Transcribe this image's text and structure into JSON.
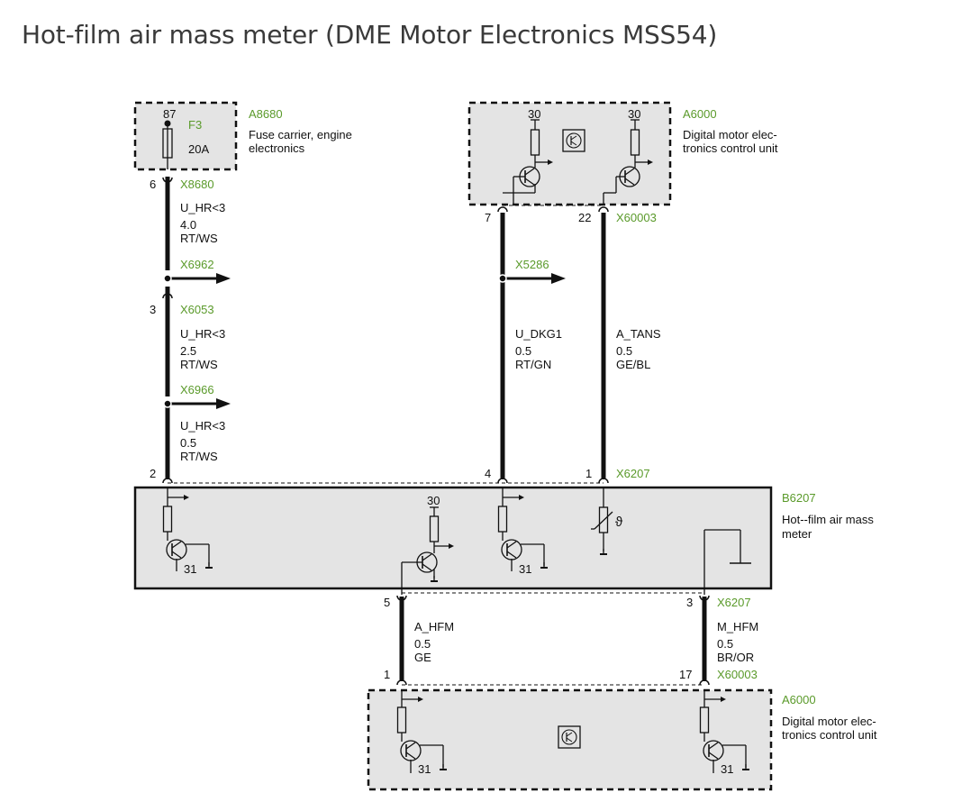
{
  "title": "Hot-film air mass meter (DME Motor Electronics MSS54)",
  "components": {
    "a8680": {
      "id": "A8680",
      "pin": "87",
      "fuse": "F3",
      "rating": "20A",
      "desc1": "Fuse carrier, engine",
      "desc2": " electronics"
    },
    "a6000_top": {
      "id": "A6000",
      "supply1": "30",
      "supply2": "30",
      "desc1": "Digital motor elec-",
      "desc2": "tronics control unit"
    },
    "b6207": {
      "id": "B6207",
      "supply": "30",
      "ground1": "31",
      "ground2": "31",
      "desc1": "Hot--film  air mass",
      "desc2": " meter",
      "theta": "ϑ"
    },
    "a6000_bottom": {
      "id": "A6000",
      "ground1": "31",
      "ground2": "31",
      "desc1": "Digital motor elec-",
      "desc2": "tronics control unit"
    }
  },
  "connectors": {
    "x8680": {
      "id": "X8680",
      "pin": "6"
    },
    "x6962": {
      "id": "X6962"
    },
    "x6053": {
      "id": "X6053",
      "pin": "3"
    },
    "x6966": {
      "id": "X6966"
    },
    "x5286": {
      "id": "X5286"
    },
    "x60003_top": {
      "id": "X60003",
      "pin_a": "7",
      "pin_b": "22"
    },
    "x6207_top": {
      "id": "X6207",
      "pin_a": "2",
      "pin_b": "4",
      "pin_c": "1"
    },
    "x6207_bottom": {
      "id": "X6207",
      "pin_a": "5",
      "pin_b": "3"
    },
    "x60003_bottom": {
      "id": "X60003",
      "pin_a": "1",
      "pin_b": "17"
    }
  },
  "wires": {
    "w1": {
      "signal": "U_HR<3",
      "gauge": "4.0",
      "color": "RT/WS"
    },
    "w2": {
      "signal": "U_HR<3",
      "gauge": "2.5",
      "color": "RT/WS"
    },
    "w3": {
      "signal": "U_HR<3",
      "gauge": "0.5",
      "color": "RT/WS"
    },
    "w4": {
      "signal": "U_DKG1",
      "gauge": "0.5",
      "color": "RT/GN"
    },
    "w5": {
      "signal": "A_TANS",
      "gauge": "0.5",
      "color": "GE/BL"
    },
    "w6": {
      "signal": "A_HFM",
      "gauge": "0.5",
      "color": "GE"
    },
    "w7": {
      "signal": "M_HFM",
      "gauge": "0.5",
      "color": "BR/OR"
    }
  }
}
